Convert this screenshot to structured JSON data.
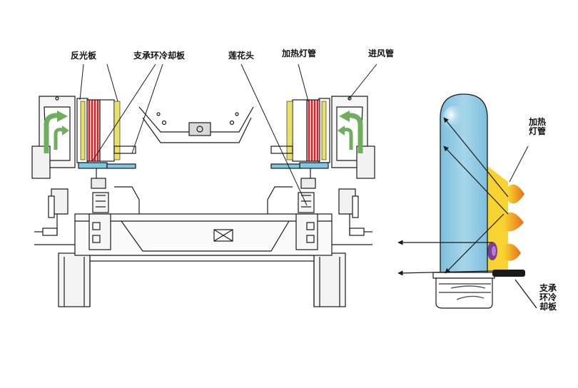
{
  "labels": {
    "reflector": "反光板",
    "support_ring_cooling_plate": "支承环冷却板",
    "nozzle": "莲花头",
    "heating_lamp": "加热灯管",
    "air_inlet": "进风管",
    "heating_lamp_right": "加热灯管",
    "support_ring_cooling_plate_right": "支承环冷却板"
  },
  "colors": {
    "line": "#1a1a1a",
    "lamp_red": "#d81f26",
    "reflector_yellow": "#e8e06a",
    "cooling_blue": "#7fc6e0",
    "airflow_green": "#6fae5c",
    "preform_blue": "#8fcbe2",
    "heat_yellow": "#f7d331",
    "heat_orange": "#ef8a1a",
    "lamp_purple": "#7b3f98"
  }
}
